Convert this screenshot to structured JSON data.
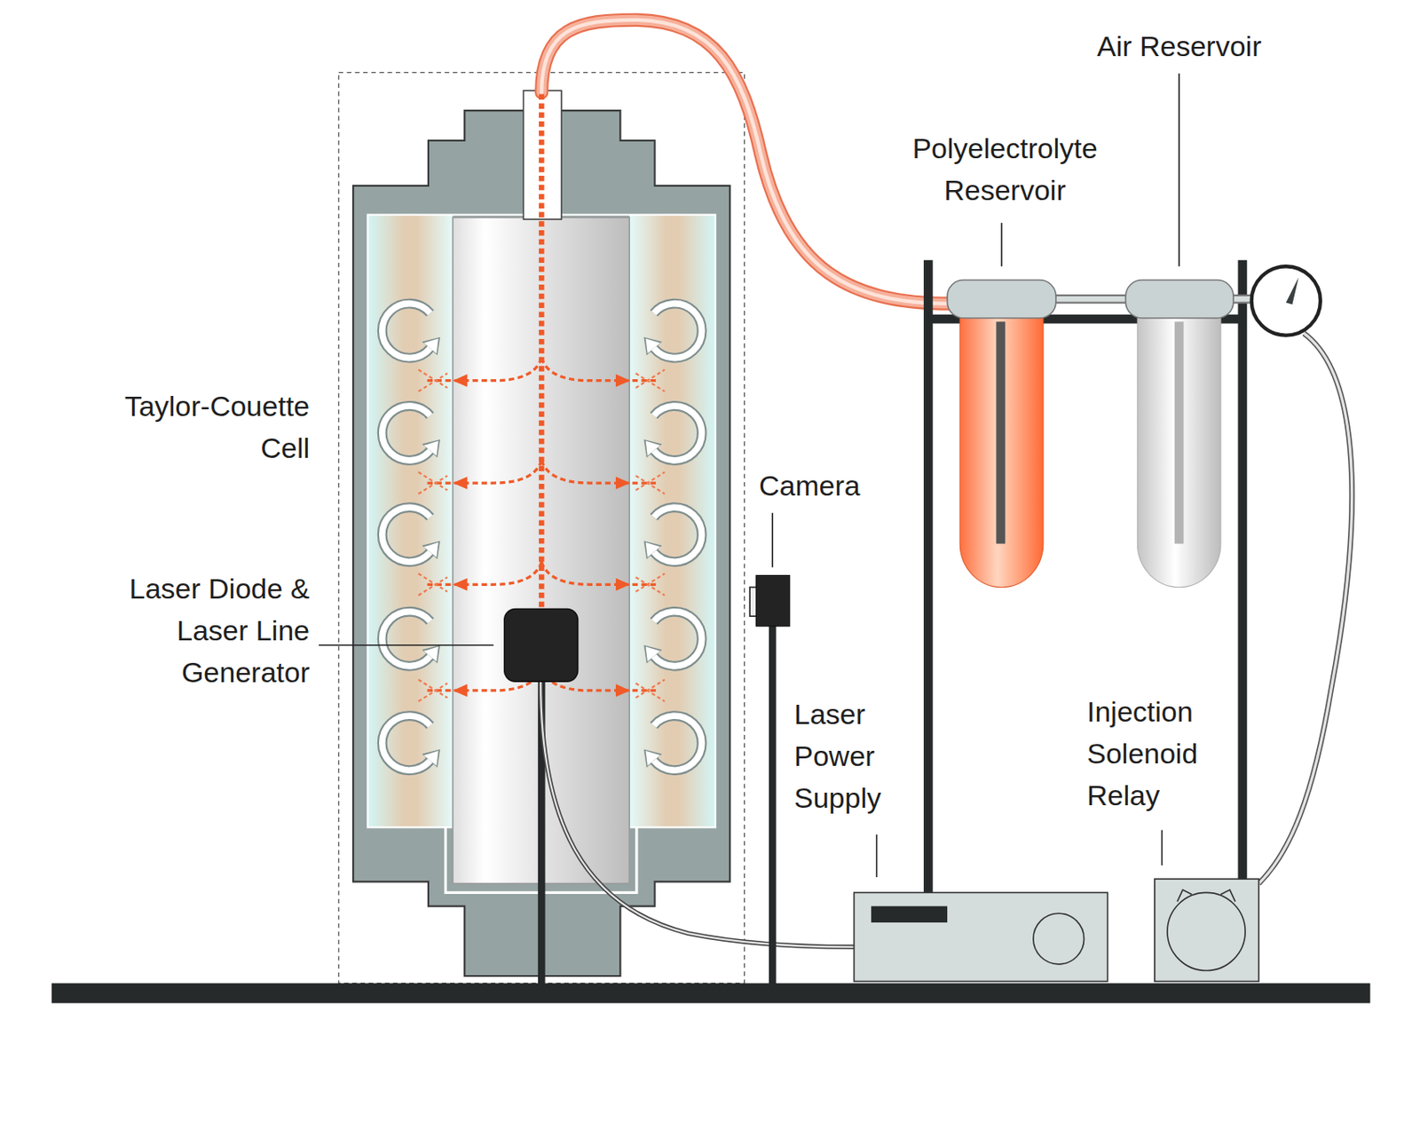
{
  "diagram": {
    "labels": [
      "Air Reservoir",
      "Polyelectrolyte Reservoir",
      "Taylor-Couette Cell",
      "Camera",
      "Laser Diode & Laser Line Generator",
      "Laser Power Supply",
      "Injection Solenoid Relay"
    ]
  }
}
